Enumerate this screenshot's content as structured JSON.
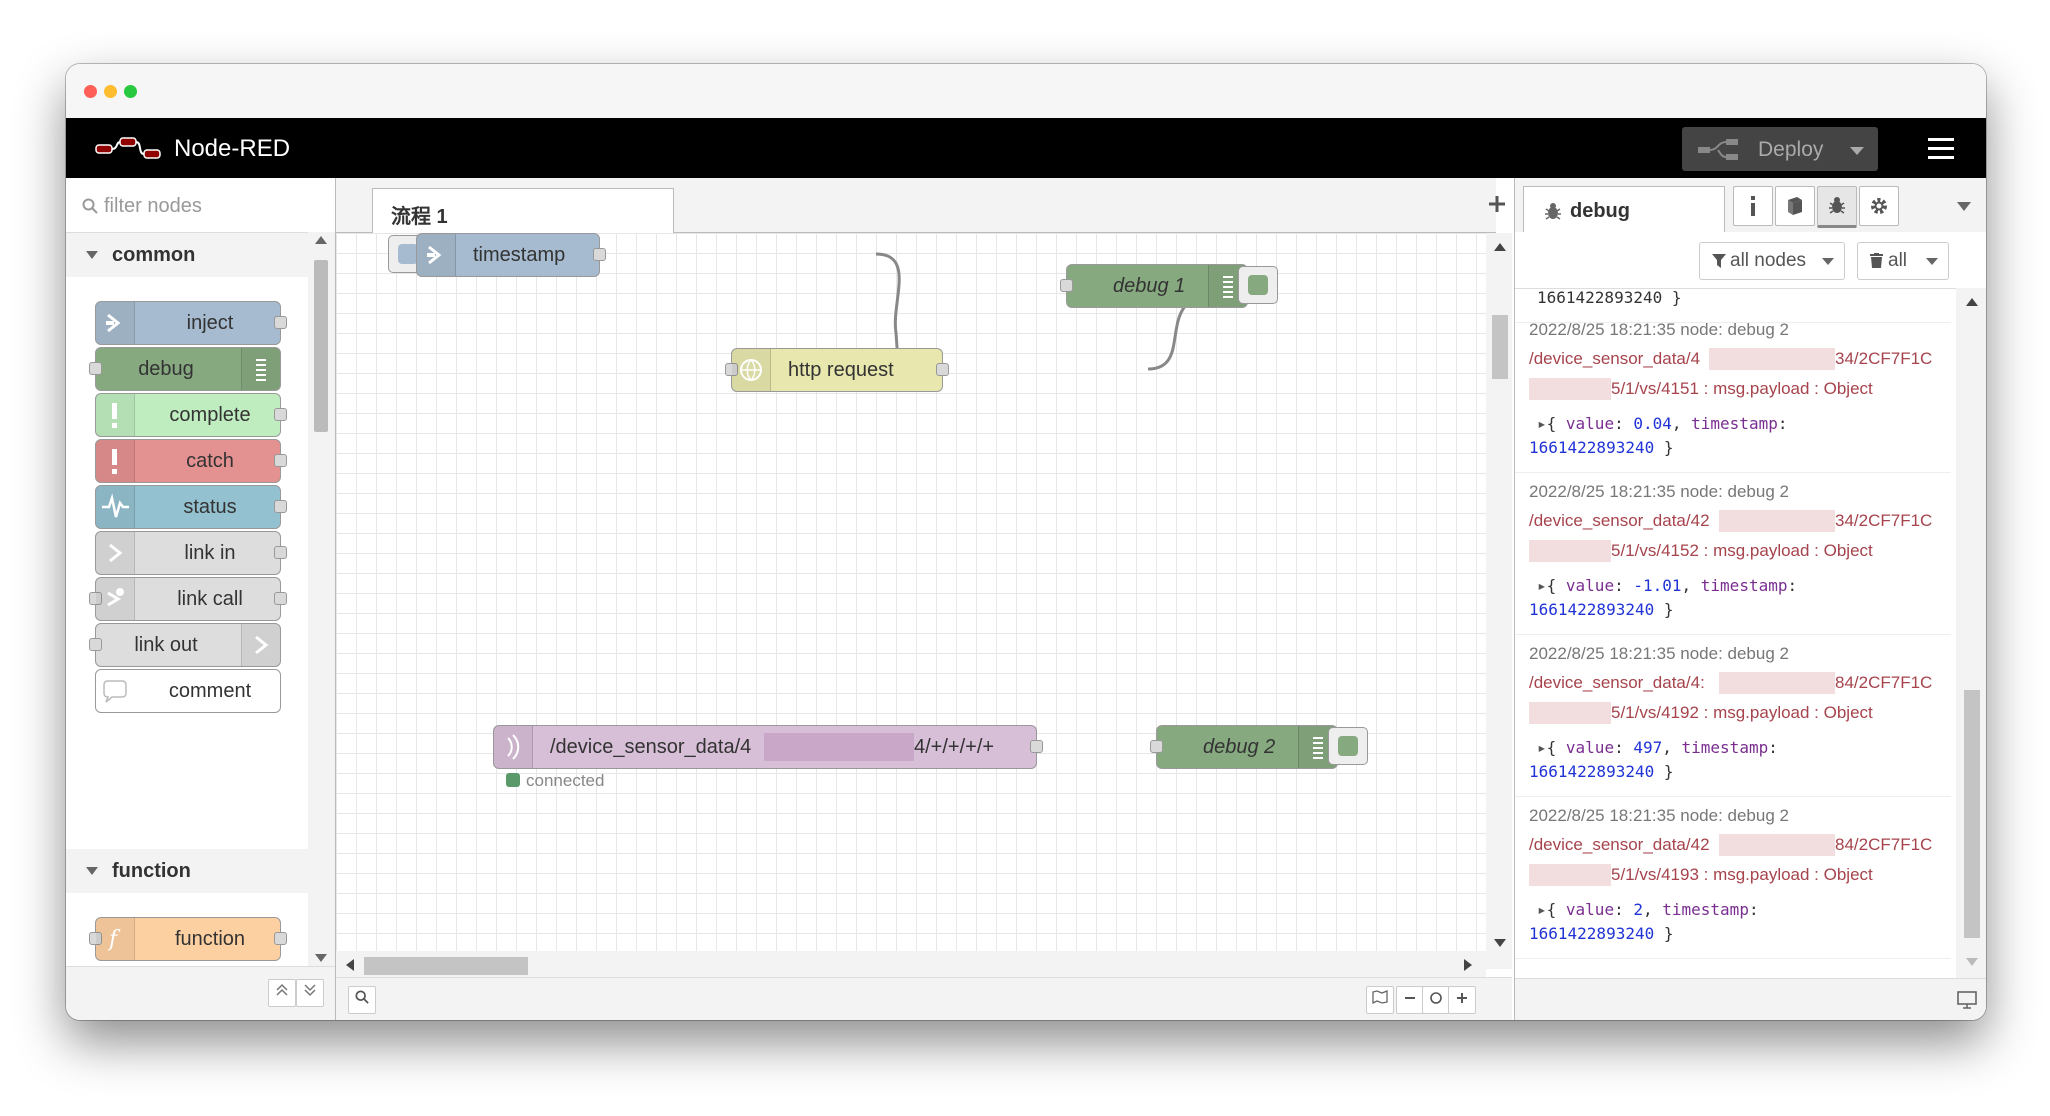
{
  "app": {
    "brand": "Node-RED",
    "deploy_label": "Deploy"
  },
  "palette": {
    "filter_placeholder": "filter nodes",
    "categories": [
      {
        "label": "common"
      },
      {
        "label": "function"
      }
    ],
    "nodes": [
      {
        "label": "inject",
        "color": "#a6bbcf"
      },
      {
        "label": "debug",
        "color": "#87a980"
      },
      {
        "label": "complete",
        "color": "#c0edc0"
      },
      {
        "label": "catch",
        "color": "#e49191"
      },
      {
        "label": "status",
        "color": "#94c1d0"
      },
      {
        "label": "link in",
        "color": "#dddddd"
      },
      {
        "label": "link call",
        "color": "#dddddd"
      },
      {
        "label": "link out",
        "color": "#dddddd"
      },
      {
        "label": "comment",
        "color": "#ffffff"
      },
      {
        "label": "function",
        "color": "#fdd0a2"
      }
    ]
  },
  "workspace": {
    "tab_label": "流程 1",
    "nodes": {
      "timestamp": "timestamp",
      "http_request": "http request",
      "debug1": "debug 1",
      "mqtt_prefix": "/device_sensor_data/4",
      "mqtt_suffix": "4/+/+/+/+",
      "mqtt_status": "connected",
      "debug2": "debug 2"
    }
  },
  "sidebar": {
    "tab_label": "debug",
    "filter_label": "all nodes",
    "clear_label": "all",
    "first_tail": "1661422893240 }",
    "messages": [
      {
        "meta": "2022/8/25 18:21:35   node: debug 2",
        "topic1a": "/device_sensor_data/4",
        "topic1b": "34/2CF7F1C",
        "topic2": "5/1/vs/4151 : msg.payload : Object",
        "value": "0.04",
        "ts": "1661422893240"
      },
      {
        "meta": "2022/8/25 18:21:35   node: debug 2",
        "topic1a": "/device_sensor_data/42",
        "topic1b": "34/2CF7F1C",
        "topic2": "5/1/vs/4152 : msg.payload : Object",
        "value": "-1.01",
        "ts": "1661422893240"
      },
      {
        "meta": "2022/8/25 18:21:35   node: debug 2",
        "topic1a": "/device_sensor_data/4:",
        "topic1b": "84/2CF7F1C",
        "topic2": "5/1/vs/4192 : msg.payload : Object",
        "value": "497",
        "ts": "1661422893240"
      },
      {
        "meta": "2022/8/25 18:21:35   node: debug 2",
        "topic1a": "/device_sensor_data/42",
        "topic1b": "84/2CF7F1C",
        "topic2": "5/1/vs/4193 : msg.payload : Object",
        "value": "2",
        "ts": "1661422893240"
      }
    ]
  }
}
